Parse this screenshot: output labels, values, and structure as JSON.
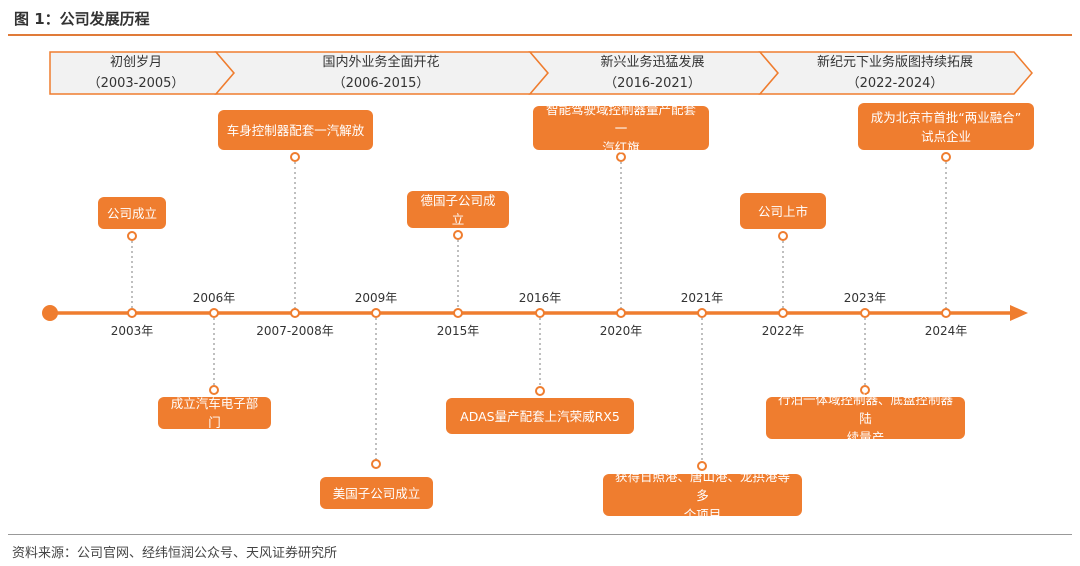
{
  "title": "图 1：公司发展历程",
  "source": "资料来源：公司官网、经纬恒润公众号、天风证券研究所",
  "colors": {
    "accent": "#ef7d2f",
    "phase_bg": "#f2f2f2",
    "phase_border": "#ef7d2f"
  },
  "phases": [
    {
      "name": "初创岁月",
      "period": "（2003-2005）"
    },
    {
      "name": "国内外业务全面开花",
      "period": "（2006-2015）"
    },
    {
      "name": "新兴业务迅猛发展",
      "period": "（2016-2021）"
    },
    {
      "name": "新纪元下业务版图持续拓展",
      "period": "（2022-2024）"
    }
  ],
  "years": {
    "y2003": "2003年",
    "y2006": "2006年",
    "y2007": "2007-2008年",
    "y2009": "2009年",
    "y2015": "2015年",
    "y2016": "2016年",
    "y2020": "2020年",
    "y2021": "2021年",
    "y2022": "2022年",
    "y2023": "2023年",
    "y2024": "2024年"
  },
  "events": {
    "e2003": "公司成立",
    "e2006": "成立汽车电子部门",
    "e2007": "车身控制器配套一汽解放",
    "e2009": "美国子公司成立",
    "e2015": "德国子公司成立",
    "e2016": "ADAS量产配套上汽荣威RX5",
    "e2020": "智能驾驶域控制器量产配套一\n汽红旗",
    "e2021": "获得日照港、唐山港、龙拱港等多\n个项目",
    "e2022": "公司上市",
    "e2023": "行泊一体域控制器、底盘控制器陆\n续量产",
    "e2024": "成为北京市首批“两业融合”\n试点企业"
  }
}
